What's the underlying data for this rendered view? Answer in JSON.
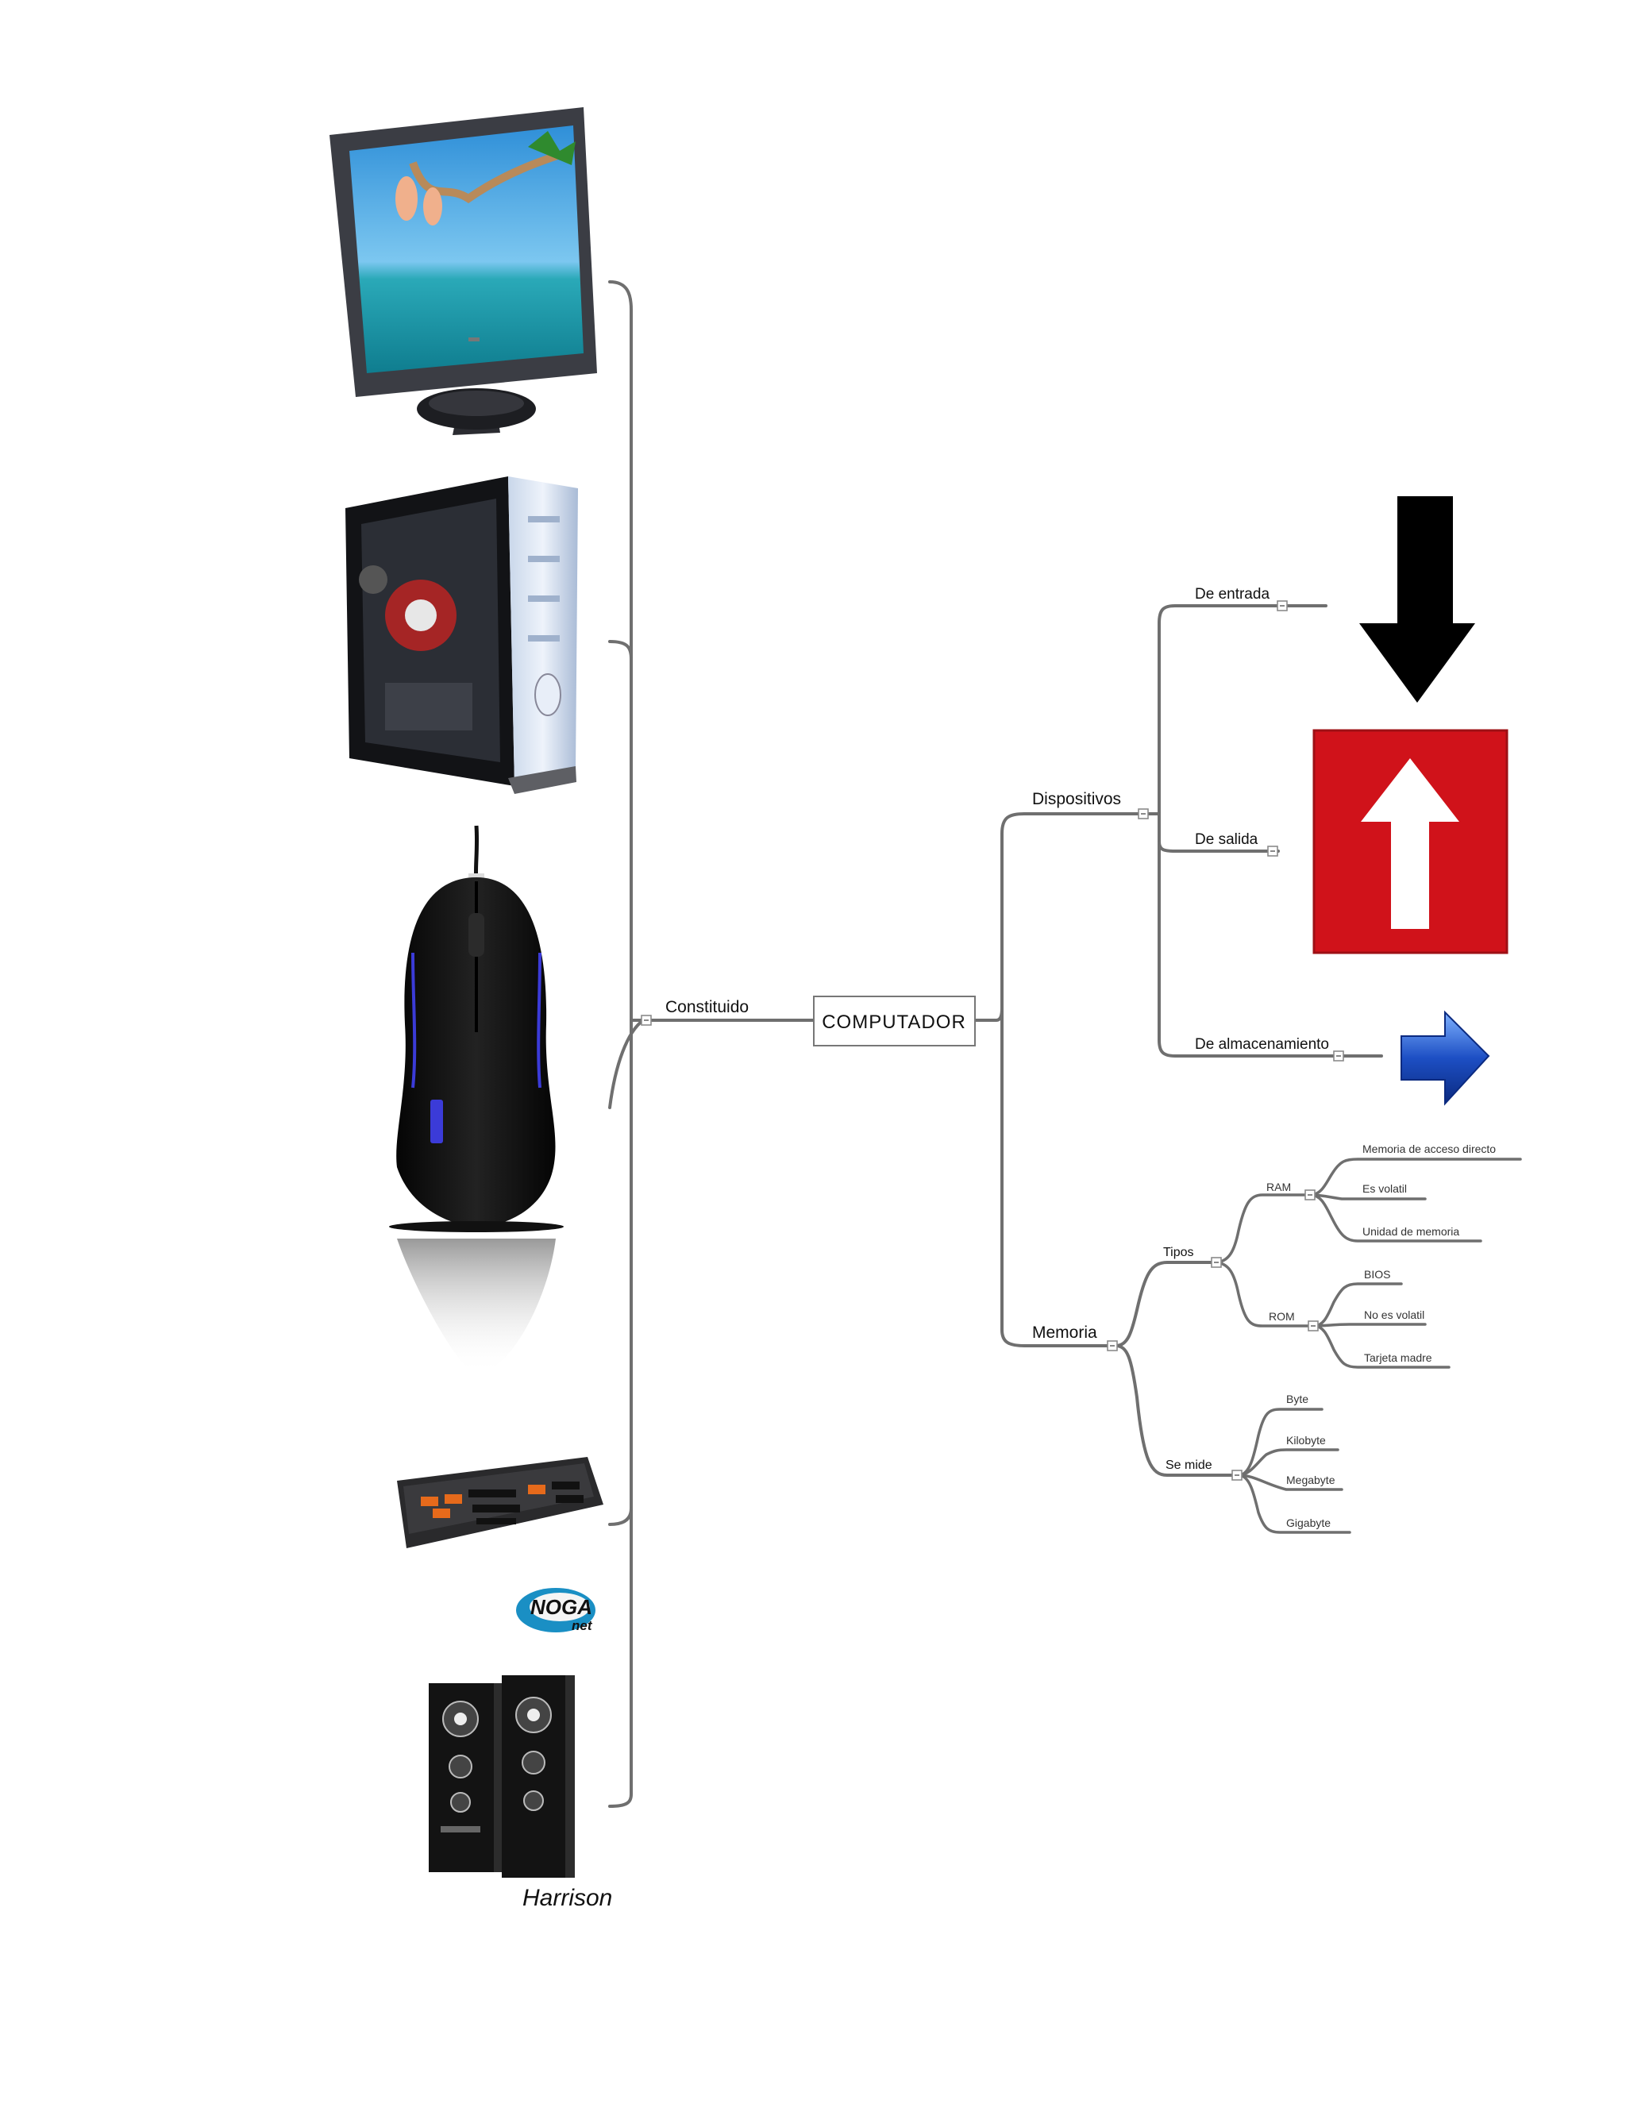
{
  "diagram": {
    "center": "COMPUTADOR",
    "left_branch": "Constituido",
    "right_branches": {
      "dispositivos": {
        "label": "Dispositivos",
        "children": [
          "De entrada",
          "De salida",
          "De almacenamiento"
        ]
      },
      "memoria": {
        "label": "Memoria",
        "tipos": {
          "label": "Tipos",
          "ram": {
            "label": "RAM",
            "children": [
              "Memoria de acceso directo",
              "Es volatil",
              "Unidad de memoria"
            ]
          },
          "rom": {
            "label": "ROM",
            "children": [
              "BIOS",
              "No es volatil",
              "Tarjeta madre"
            ]
          }
        },
        "se_mide": {
          "label": "Se mide",
          "children": [
            "Byte",
            "Kilobyte",
            "Megabyte",
            "Gigabyte"
          ]
        }
      }
    }
  },
  "images": {
    "monitor": "monitor-image",
    "tower": "pc-tower-image",
    "mouse": "mouse-image",
    "keyboard": "keyboard-image",
    "speakers": "speakers-image",
    "input_arrow": "down-arrow-icon",
    "output_arrow": "up-arrow-icon",
    "storage_arrow": "right-arrow-icon"
  },
  "logos": {
    "keyboard_brand_line1": "NOGA",
    "keyboard_brand_line2": "net",
    "speaker_brand": "Harrison"
  },
  "colors": {
    "connector": "#6f6f6f",
    "output_sign_red": "#d0121a",
    "storage_arrow_blue": "#1d4fc4",
    "mouse_glow": "#3b3bd8"
  }
}
